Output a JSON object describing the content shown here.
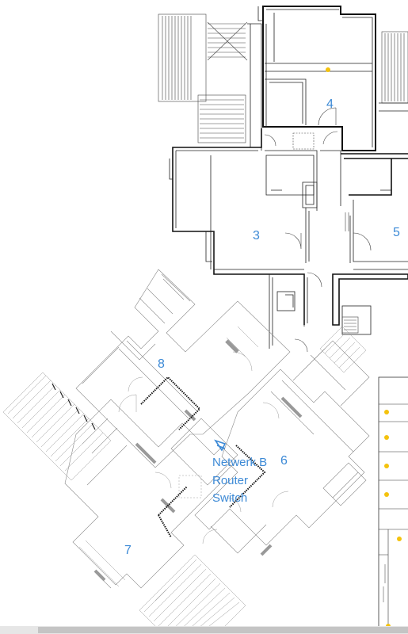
{
  "floorplan": {
    "rooms": [
      {
        "id": "3",
        "label": "3"
      },
      {
        "id": "4",
        "label": "4"
      },
      {
        "id": "5",
        "label": "5"
      },
      {
        "id": "6",
        "label": "6"
      },
      {
        "id": "7",
        "label": "7"
      },
      {
        "id": "8",
        "label": "8"
      }
    ],
    "device": {
      "line1": "Netwerk B",
      "line2": "Router",
      "line3": "Switch"
    },
    "legend_rows": [
      "",
      "",
      "",
      ""
    ],
    "title_strip_text": "",
    "colors": {
      "label": "#3d8ad6",
      "marker": "#f4c20d",
      "wall": "#111111",
      "grey_wall": "#888888"
    }
  }
}
